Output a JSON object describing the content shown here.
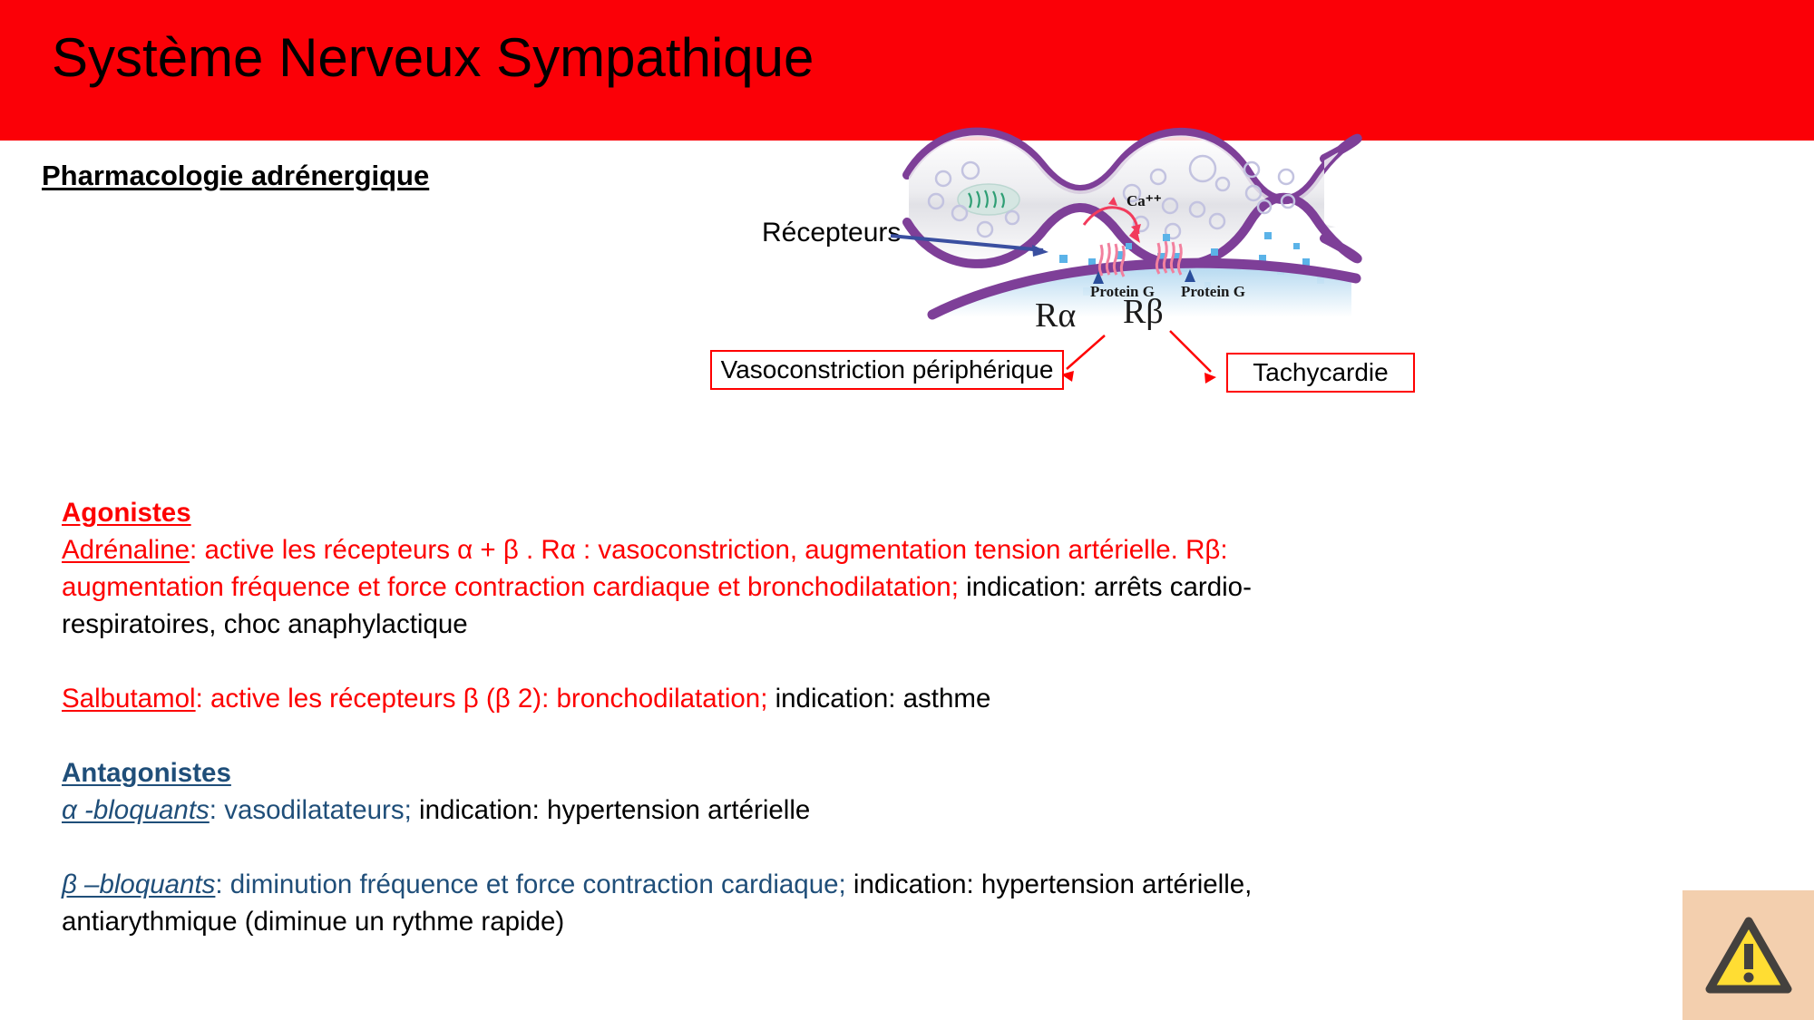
{
  "header": {
    "title": "Système Nerveux Sympathique",
    "band_color": "#fb0007"
  },
  "section": {
    "heading": "Pharmacologie adrénergique"
  },
  "diagram": {
    "recepteurs_label": "Récepteurs",
    "calcium_label": "Ca⁺⁺",
    "protein_g_left": "Protein G",
    "protein_g_right": "Protein G",
    "r_alpha": "Rα",
    "r_beta": "Rβ",
    "membrane_color": "#7e3f98",
    "neurotransmitter_color": "#5bb3e8",
    "receptor_color": "#f2809e"
  },
  "outcomes": {
    "vasoconstriction": "Vasoconstriction périphérique",
    "tachycardie": "Tachycardie",
    "box_border_color": "#ff0000",
    "arrow_color": "#ff0000"
  },
  "content": {
    "agonistes_heading": "Agonistes",
    "adrenaline_name": "Adrénaline",
    "adrenaline_red_1": ": active les récepteurs α + β . Rα : vasoconstriction, augmentation tension artérielle. Rβ: augmentation fréquence et force contraction cardiaque et bronchodilatation;",
    "adrenaline_black_1": " indication: arrêts cardio-respiratoires, choc anaphylactique",
    "salbutamol_name": "Salbutamol",
    "salbutamol_red": ": active les récepteurs β (β 2): bronchodilatation;",
    "salbutamol_black": " indication: asthme",
    "antagonistes_heading": "Antagonistes",
    "alpha_bloquants_name": "α -bloquants",
    "alpha_bloquants_blue": ": vasodilatateurs;",
    "alpha_bloquants_black": " indication: hypertension artérielle",
    "beta_bloquants_name": "β –bloquants",
    "beta_bloquants_blue": ": diminution fréquence et force contraction cardiaque;",
    "beta_bloquants_black": " indication: hypertension artérielle, antiarythmique (diminue  un rythme rapide)",
    "red_color": "#fd0000",
    "blue_color": "#1f4e79"
  },
  "warning": {
    "icon_name": "warning-triangle-icon",
    "background_color": "#f3cfae",
    "triangle_fill": "#ffdd33",
    "triangle_stroke": "#44413e"
  }
}
